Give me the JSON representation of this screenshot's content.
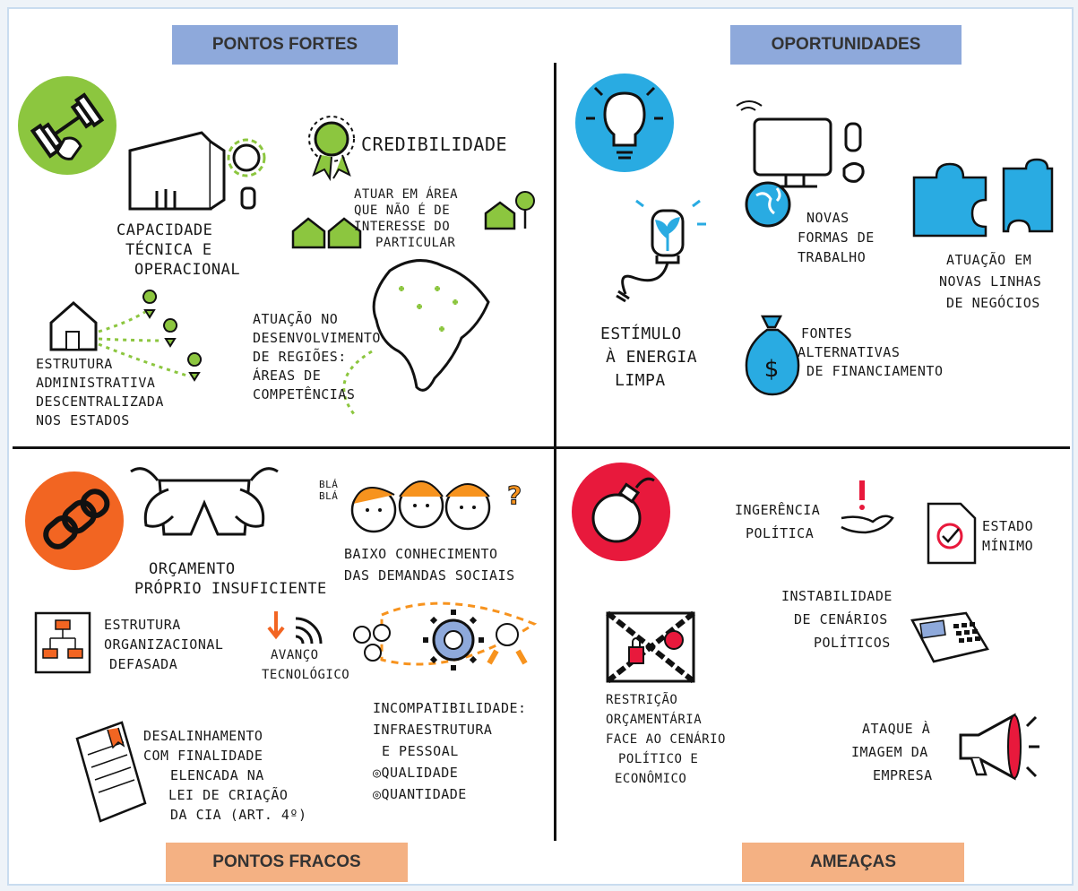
{
  "headers": {
    "strengths": "PONTOS FORTES",
    "opportunities": "OPORTUNIDADES",
    "weaknesses": "PONTOS FRACOS",
    "threats": "AMEAÇAS"
  },
  "strengths": {
    "capacity": [
      "CAPACIDADE",
      "TÉCNICA E",
      "OPERACIONAL"
    ],
    "credibility": "CREDIBILIDADE",
    "private_interest": [
      "ATUAR EM ÁREA",
      "QUE NÃO É DE",
      "INTERESSE DO",
      "PARTICULAR"
    ],
    "admin": [
      "ESTRUTURA",
      "ADMINISTRATIVA",
      "DESCENTRALIZADA",
      "NOS ESTADOS"
    ],
    "regional": [
      "ATUAÇÃO NO",
      "DESENVOLVIMENTO",
      "DE REGIÕES:",
      "ÁREAS DE",
      "COMPETÊNCIAS"
    ]
  },
  "opportunities": {
    "energy": [
      "ESTÍMULO",
      "À ENERGIA",
      "LIMPA"
    ],
    "work": [
      "NOVAS",
      "FORMAS DE",
      "TRABALHO"
    ],
    "business": [
      "ATUAÇÃO EM",
      "NOVAS LINHAS",
      "DE NEGÓCIOS"
    ],
    "funding": [
      "FONTES",
      "ALTERNATIVAS",
      "DE FINANCIAMENTO"
    ]
  },
  "weaknesses": {
    "bla": [
      "BLÁ",
      "BLÁ"
    ],
    "budget": [
      "ORÇAMENTO",
      "PRÓPRIO INSUFICIENTE"
    ],
    "social": [
      "BAIXO CONHECIMENTO",
      "DAS DEMANDAS SOCIAIS"
    ],
    "org": [
      "ESTRUTURA",
      "ORGANIZACIONAL",
      "DEFASADA"
    ],
    "tech": [
      "AVANÇO",
      "TECNOLÓGICO"
    ],
    "mismatch": [
      "INCOMPATIBILIDADE:",
      "INFRAESTRUTURA",
      "E PESSOAL",
      "◎QUALIDADE",
      "◎QUANTIDADE"
    ],
    "misalign": [
      "DESALINHAMENTO",
      "COM FINALIDADE",
      "ELENCADA NA",
      "LEI DE CRIAÇÃO",
      "DA CIA (ART. 4º)"
    ]
  },
  "threats": {
    "interference": [
      "INGERÊNCIA",
      "POLÍTICA"
    ],
    "state": [
      "ESTADO",
      "MÍNIMO"
    ],
    "instability": [
      "INSTABILIDADE",
      "DE CENÁRIOS",
      "POLÍTICOS"
    ],
    "restriction": [
      "RESTRIÇÃO",
      "ORÇAMENTÁRIA",
      "FACE AO CENÁRIO",
      "POLÍTICO E",
      "ECONÔMICO"
    ],
    "attack": [
      "ATAQUE À",
      "IMAGEM DA",
      "EMPRESA"
    ]
  },
  "colors": {
    "green": "#8cc63f",
    "blue": "#29abe2",
    "orange": "#f26522",
    "red": "#e8193c",
    "header_blue": "#8ea9db",
    "header_orange": "#f4b183"
  },
  "icons": [
    "dumbbell-icon",
    "lightbulb-icon",
    "chain-icon",
    "bomb-icon",
    "puzzle-icon",
    "megaphone-icon"
  ]
}
